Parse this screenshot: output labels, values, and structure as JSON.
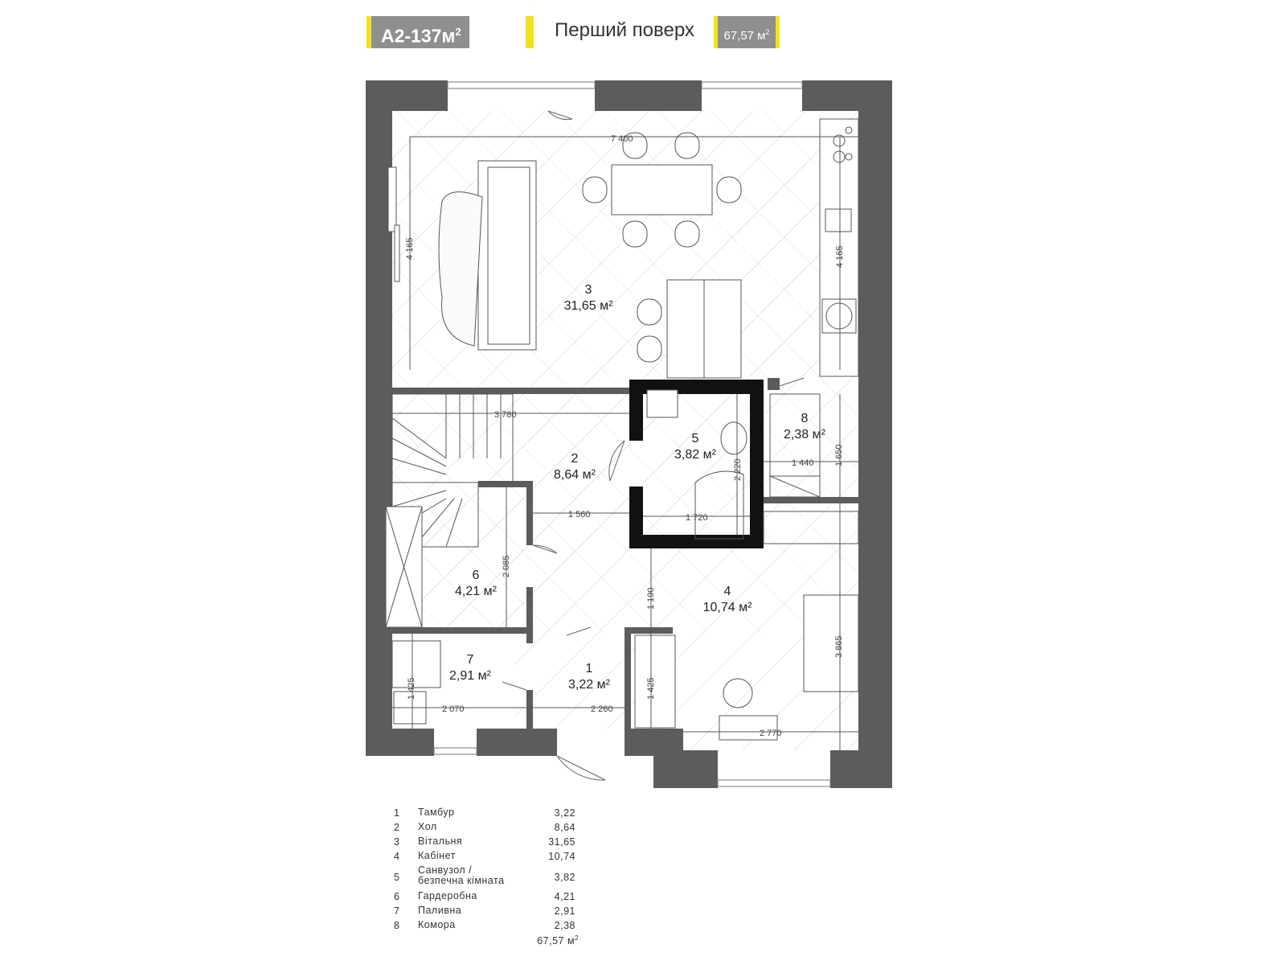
{
  "header": {
    "project_code": "А2-137м",
    "project_code_sup": "2",
    "floor_title": "Перший поверх",
    "floor_area": "67,57 м",
    "floor_area_sup": "2"
  },
  "colors": {
    "wall": "#5c5c5c",
    "badge_gray": "#8f8f8f",
    "accent_yellow": "#f3e21b",
    "safe_room_wall": "#111111"
  },
  "rooms": [
    {
      "num": "1",
      "area": "3,22 м²"
    },
    {
      "num": "2",
      "area": "8,64 м²"
    },
    {
      "num": "3",
      "area": "31,65 м²"
    },
    {
      "num": "4",
      "area": "10,74 м²"
    },
    {
      "num": "5",
      "area": "3,82 м²"
    },
    {
      "num": "6",
      "area": "4,21 м²"
    },
    {
      "num": "7",
      "area": "2,91 м²"
    },
    {
      "num": "8",
      "area": "2,38 м²"
    }
  ],
  "dimensions": {
    "living_width": "7 400",
    "living_left_height": "4 165",
    "living_right_height": "4 165",
    "hall_to_bath": "3 780",
    "hall_width": "1 560",
    "bath_width": "1 720",
    "bath_height": "2 220",
    "pantry_width": "1 440",
    "pantry_height": "1 650",
    "wardrobe_height": "2 085",
    "hall_to_study": "1 190",
    "study_height": "3 865",
    "boiler_height": "1 425",
    "boiler_width": "2 070",
    "vestibule_width": "2 260",
    "vestibule_closet": "1 425",
    "study_width": "2 770"
  },
  "legend": {
    "items": [
      {
        "num": "1",
        "name": "Тамбур",
        "value": "3,22"
      },
      {
        "num": "2",
        "name": "Хол",
        "value": "8,64"
      },
      {
        "num": "3",
        "name": "Вітальня",
        "value": "31,65"
      },
      {
        "num": "4",
        "name": "Кабінет",
        "value": "10,74"
      },
      {
        "num": "5",
        "name": "Санвузол /\nбезпечна кімната",
        "value": "3,82"
      },
      {
        "num": "6",
        "name": "Гардеробна",
        "value": "4,21"
      },
      {
        "num": "7",
        "name": "Паливна",
        "value": "2,91"
      },
      {
        "num": "8",
        "name": "Комора",
        "value": "2,38"
      }
    ],
    "total": "67,57 м",
    "total_sup": "2"
  }
}
